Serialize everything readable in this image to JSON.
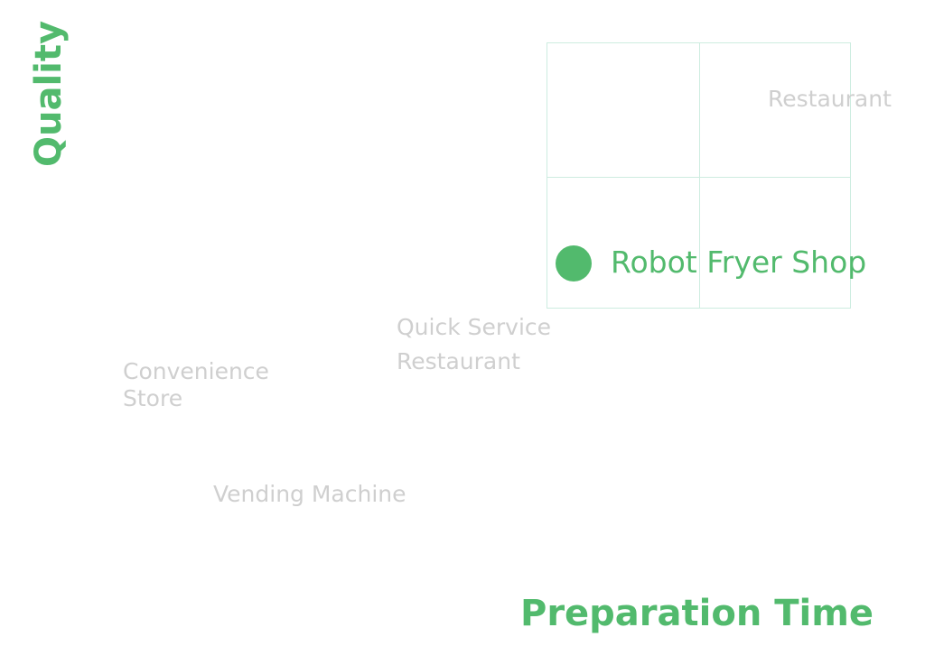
{
  "axes": {
    "y_label": "Quality",
    "x_label": "Preparation Time"
  },
  "categories": {
    "restaurant": "Restaurant",
    "quick_service_line1": "Quick Service",
    "quick_service_line2": "Restaurant",
    "convenience_line1": "Convenience",
    "convenience_line2": "Store",
    "vending": "Vending Machine"
  },
  "highlight": {
    "label": "Robot Fryer Shop"
  },
  "colors": {
    "accent": "#52ba6d",
    "muted_text": "#cfcfcf",
    "grid_line": "#cdece0"
  }
}
